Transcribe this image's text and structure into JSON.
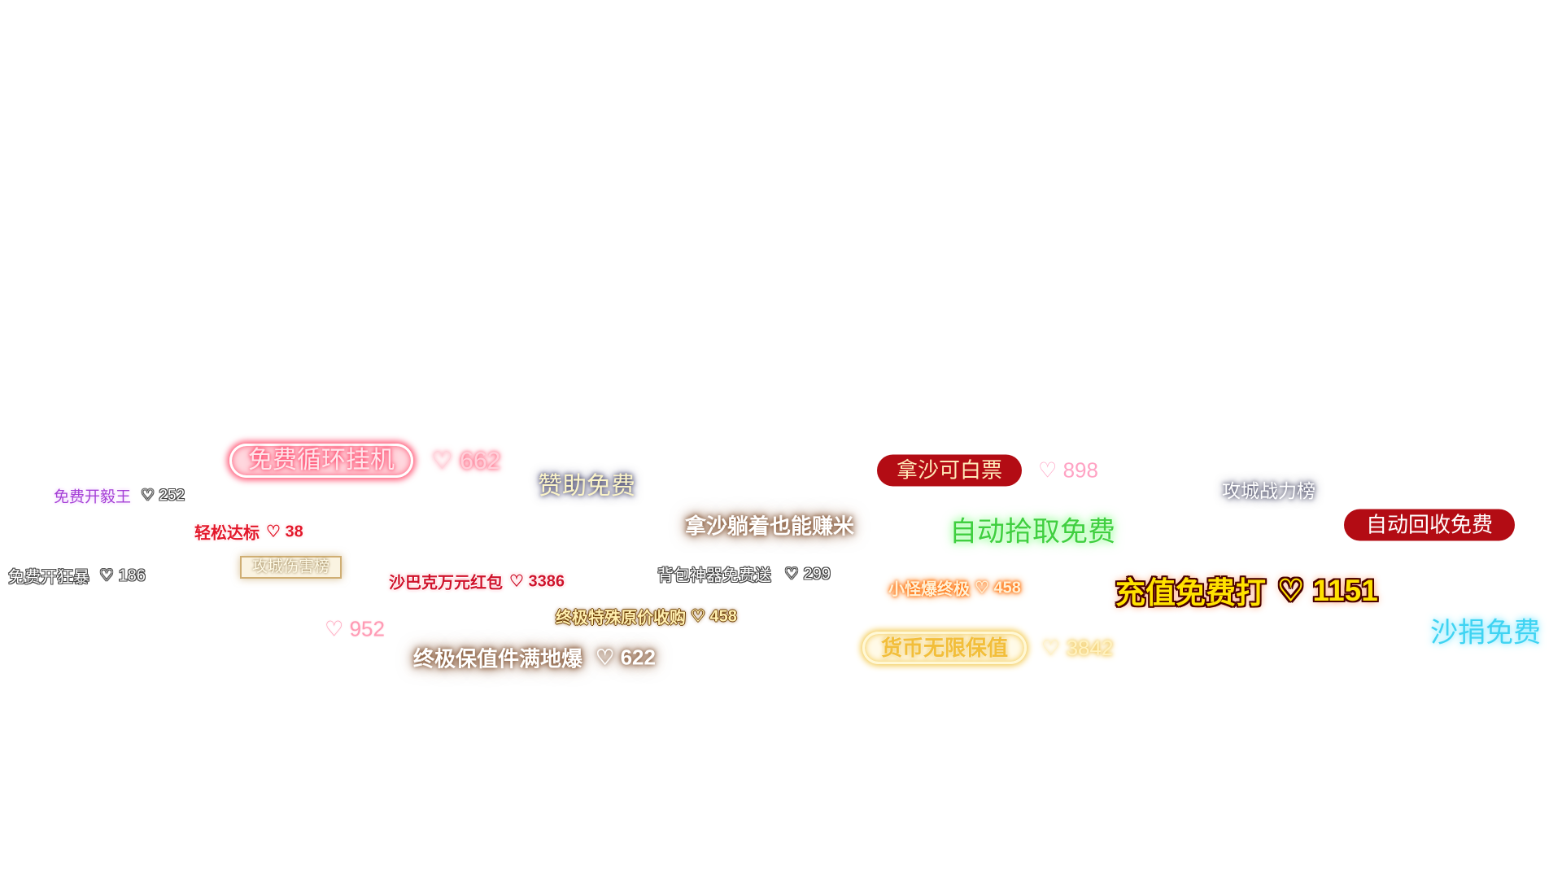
{
  "like_icon": {
    "name": "heart-icon",
    "glyph": "♡"
  },
  "comments": [
    {
      "text": "免费循环挂机",
      "likes": "662"
    },
    {
      "text": "赞助免费"
    },
    {
      "text": "免费开毅王",
      "likes": "252"
    },
    {
      "text": "轻松达标",
      "likes": "38"
    },
    {
      "text": "免费开狂暴",
      "likes": "186"
    },
    {
      "text": "攻城伤害榜"
    },
    {
      "text": "沙巴克万元红包",
      "likes": "3386"
    },
    {
      "likes": "952"
    },
    {
      "text": "终极特殊原价收购",
      "likes": "458"
    },
    {
      "text": "终极保值件满地爆",
      "likes": "622"
    },
    {
      "text": "拿沙躺着也能赚米"
    },
    {
      "text": "背包神器免费送",
      "likes": "299"
    },
    {
      "text": "拿沙可白票",
      "likes": "898"
    },
    {
      "text": "自动拾取免费"
    },
    {
      "text": "小怪爆终极",
      "likes": "458"
    },
    {
      "text": "货币无限保值",
      "likes": "3842"
    },
    {
      "text": "攻城战力榜"
    },
    {
      "text": "自动回收免费"
    },
    {
      "text": "充值免费打",
      "likes": "1151"
    },
    {
      "text": "沙捐免费"
    }
  ]
}
